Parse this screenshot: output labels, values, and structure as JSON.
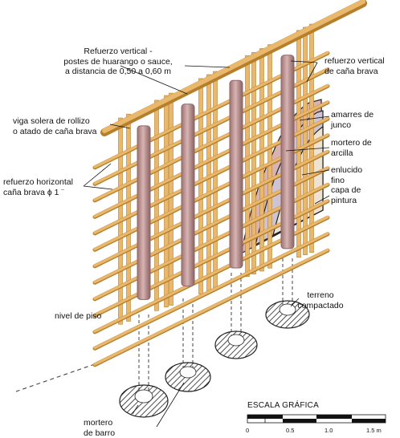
{
  "labels": {
    "vertical_posts": [
      "Refuerzo vertical -",
      "postes de huarango o sauce,",
      "a distancia de 0,50 a 0,60 m"
    ],
    "vertical_cane": [
      "refuerzo vertical",
      "de caña brava"
    ],
    "sole_plate": [
      "viga solera de rollizo",
      "o atado de caña brava"
    ],
    "ties": [
      "amarres de",
      "junco"
    ],
    "clay_mortar": [
      "mortero de",
      "arcilla"
    ],
    "fine_plaster": [
      "enlucido",
      "fino"
    ],
    "paint_coat": [
      "capa de",
      "pintura"
    ],
    "horizontal_cane": [
      "refuerzo horizontal",
      "caña brava ϕ 1 ¨"
    ],
    "floor_level": "nivel de piso",
    "compacted_soil": [
      "terreno",
      "compactado"
    ],
    "mud_mortar": [
      "mortero",
      "de barro"
    ]
  },
  "scale": {
    "title": "ESCALA GRÁFICA",
    "ticks": [
      "0",
      "0.5",
      "1.0",
      "1.5 m"
    ]
  },
  "colors": {
    "cane": "#e9b86c",
    "cane_edge": "#b57f2c",
    "post": "#c79f9c",
    "post_dark": "#8d6667",
    "mortar": "#d8b3b1",
    "plaster": "#c9c0cf",
    "paint": "#efe4d6",
    "hatch": "#222222"
  }
}
